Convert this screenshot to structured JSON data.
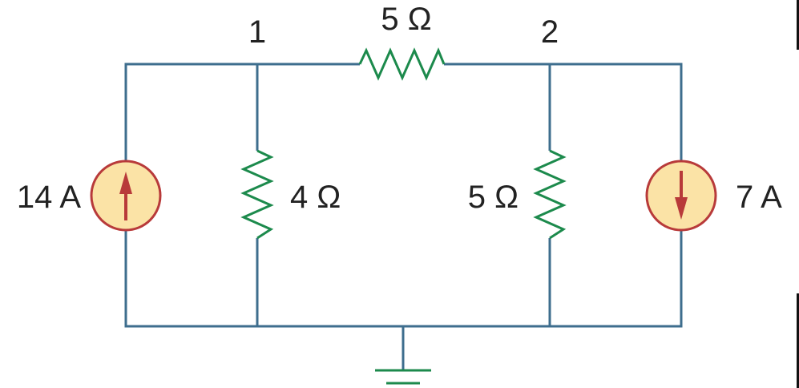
{
  "nodes": {
    "node_1": "1",
    "node_2": "2"
  },
  "components": {
    "source_left": {
      "label": "14 A",
      "direction": "up"
    },
    "r_top": {
      "label": "5 Ω"
    },
    "r_left": {
      "label": "4 Ω"
    },
    "r_right": {
      "label": "5 Ω"
    },
    "source_right": {
      "label": "7 A",
      "direction": "down"
    }
  },
  "colors": {
    "wire": "#3e6e8e",
    "resistor": "#1c8a4c",
    "source_fill": "#fbe3a6",
    "source_stroke": "#b83a3a",
    "arrow": "#b83a3a",
    "ground": "#1c8a4c"
  }
}
